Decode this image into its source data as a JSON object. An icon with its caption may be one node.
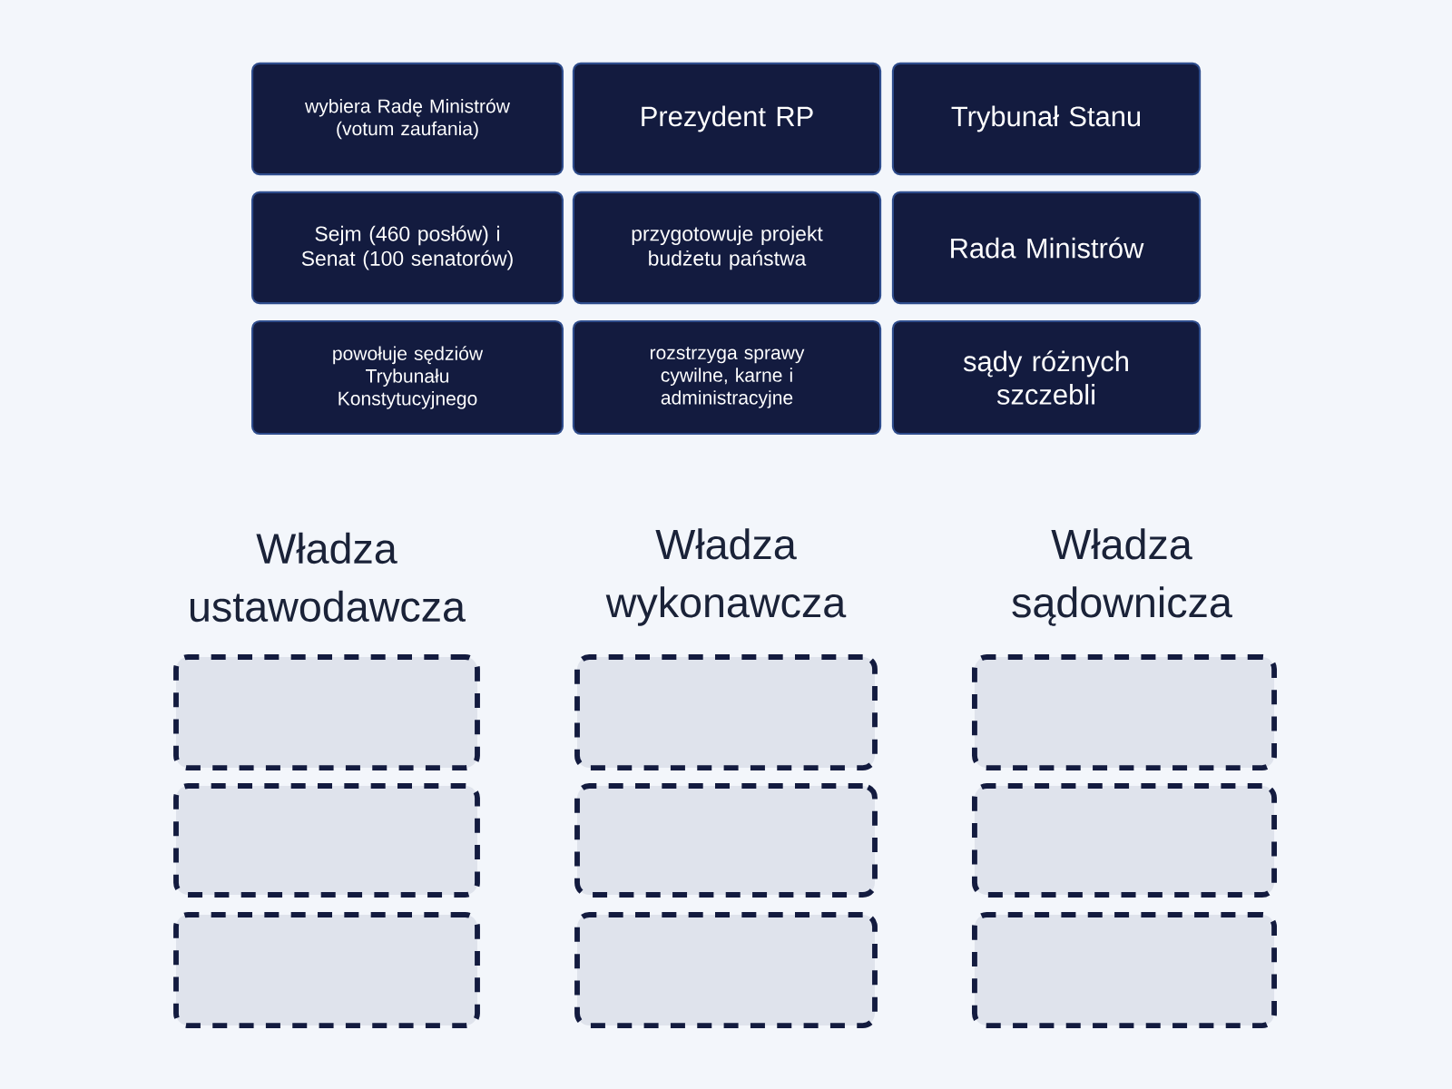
{
  "diagram": {
    "nodes": [
      {
        "text": [
          "wybiera Radę Ministrów (votum zaufania)"
        ]
      },
      {
        "text": [
          "Prezydent RP"
        ]
      },
      {
        "text": [
          "Trybunał Stanu"
        ]
      },
      {
        "text": [
          "Sejm (460 posłów) i Senat (100 senatorów)"
        ]
      },
      {
        "text": [
          "przygotowuje projekt budżetu państwa"
        ]
      },
      {
        "text": [
          "Rada Ministrów"
        ]
      },
      {
        "text": [
          "powołuje sędziów Trybunału Konstytucyjnego"
        ]
      },
      {
        "text": [
          "rozstrzyga sprawy cywilne, karne i administracyjne"
        ]
      },
      {
        "text": [
          "sądy różnych szczebli"
        ]
      },
      {
        "text": [],
        "shape": "box"
      },
      {
        "text": [],
        "shape": "box"
      },
      {
        "text": [],
        "shape": "box"
      },
      {
        "text": [],
        "shape": "box"
      },
      {
        "text": [],
        "shape": "box"
      },
      {
        "text": [],
        "shape": "box"
      },
      {
        "text": [],
        "shape": "box"
      },
      {
        "text": [],
        "shape": "box"
      },
      {
        "text": [],
        "shape": "box"
      }
    ],
    "labels": [
      "Władza ustawodawcza",
      "Władza wykonawcza",
      "Władza sądownicza"
    ]
  }
}
